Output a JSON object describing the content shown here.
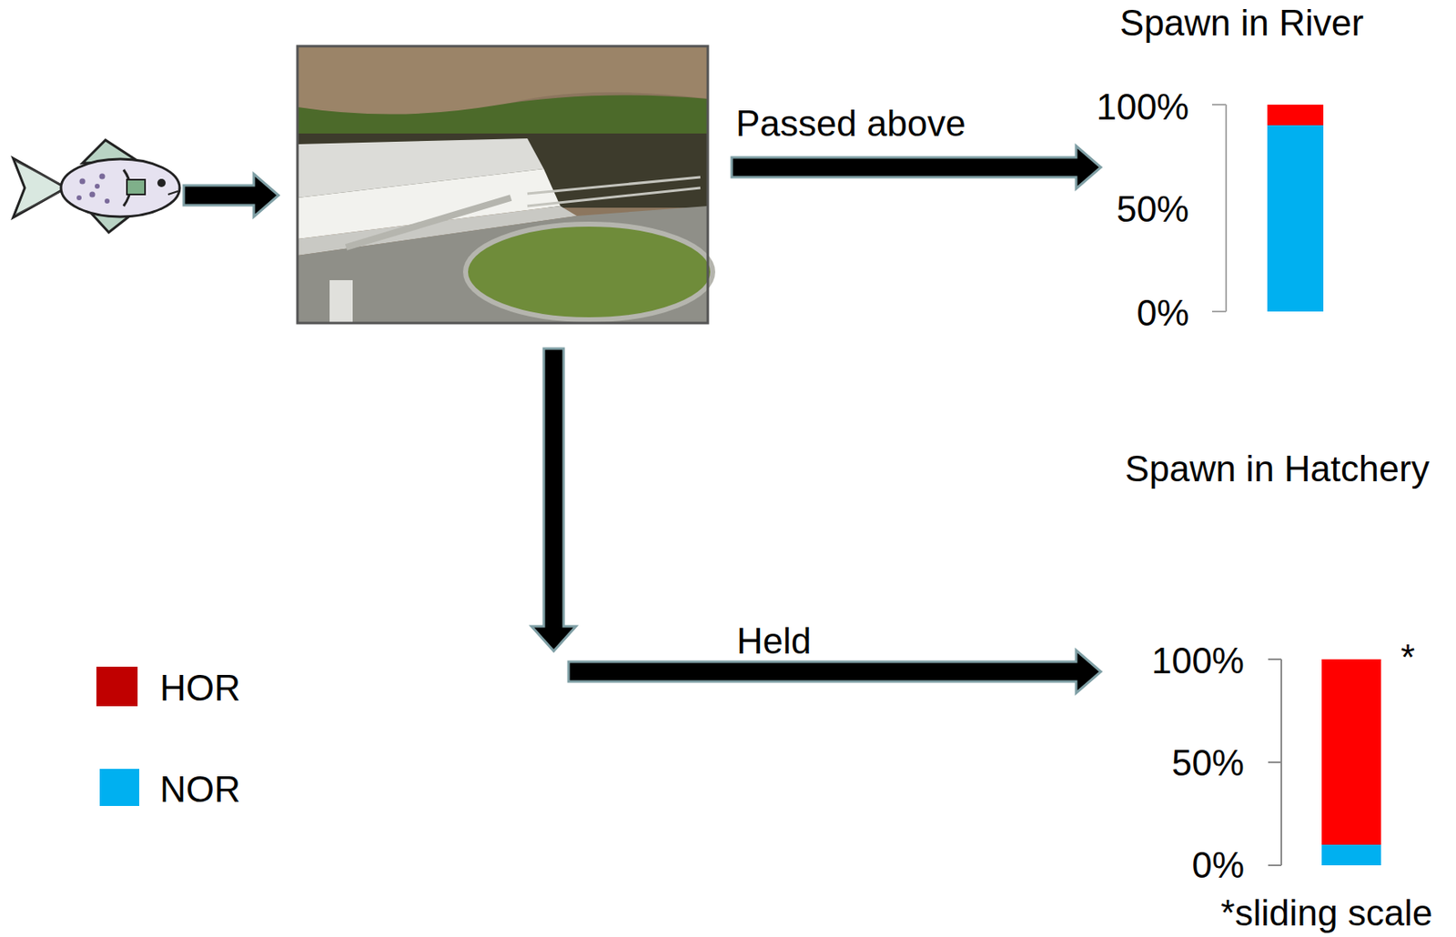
{
  "diagram": {
    "nodes": [
      {
        "text": [
          "Spawn in River",
          "100%",
          "50%",
          "0%"
        ]
      },
      {
        "text": [
          "Spawn in Hatchery",
          "100%",
          "50%",
          "0%",
          "*"
        ]
      }
    ],
    "labels": [
      "Passed above",
      "Held",
      "*sliding scale"
    ],
    "legend": [
      {
        "text": "HOR",
        "color": "#c00000"
      },
      {
        "text": "NOR",
        "color": "#00b0f0"
      }
    ]
  }
}
